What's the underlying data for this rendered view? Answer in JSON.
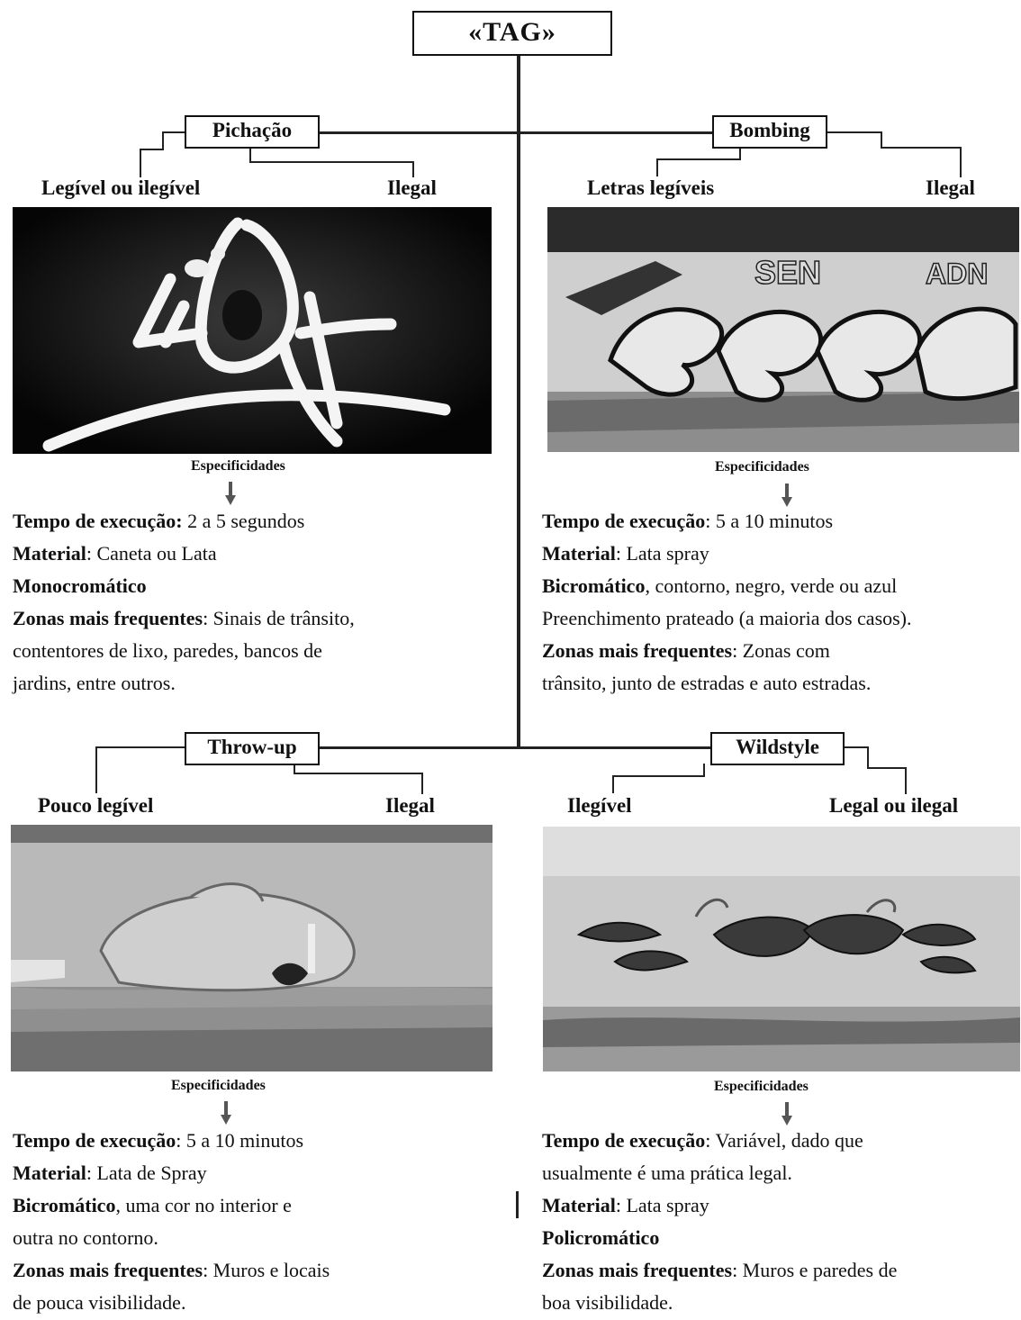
{
  "root": {
    "label": "«TAG»"
  },
  "categories": [
    {
      "title": "Pichação",
      "left_label": "Legível ou ilegível",
      "right_label": "Ilegal",
      "spec_label": "Especificidades",
      "lines": [
        {
          "bold": "Tempo de execução:",
          "text": "  2 a 5 segundos"
        },
        {
          "bold": "Material",
          "text": ": Caneta ou Lata"
        },
        {
          "bold": "Monocromático",
          "text": ""
        },
        {
          "bold": "Zonas mais frequentes",
          "text": ": Sinais de trânsito,"
        },
        {
          "bold": "",
          "text": "contentores de lixo, paredes, bancos de"
        },
        {
          "bold": "",
          "text": "jardins, entre outros."
        }
      ]
    },
    {
      "title": "Bombing",
      "left_label": "Letras legíveis",
      "right_label": "Ilegal",
      "spec_label": "Especificidades",
      "lines": [
        {
          "bold": "Tempo de execução",
          "text": ": 5 a 10 minutos"
        },
        {
          "bold": "Material",
          "text": ": Lata spray"
        },
        {
          "bold": "Bicromático",
          "text": ", contorno, negro, verde ou azul"
        },
        {
          "bold": "",
          "text": "Preenchimento prateado (a maioria dos casos)."
        },
        {
          "bold": "Zonas mais frequentes",
          "text": ": Zonas com"
        },
        {
          "bold": "",
          "text": "trânsito, junto de estradas e auto estradas."
        }
      ]
    },
    {
      "title": "Throw-up",
      "left_label": "Pouco legível",
      "right_label": "Ilegal",
      "spec_label": "Especificidades",
      "lines": [
        {
          "bold": "Tempo de execução",
          "text": ": 5 a 10 minutos"
        },
        {
          "bold": "Material",
          "text": ": Lata de Spray"
        },
        {
          "bold": "Bicromático",
          "text": ", uma cor no interior e"
        },
        {
          "bold": "",
          "text": "outra no contorno."
        },
        {
          "bold": "Zonas mais frequentes",
          "text": ": Muros e locais"
        },
        {
          "bold": "",
          "text": "de pouca visibilidade."
        }
      ]
    },
    {
      "title": "Wildstyle",
      "left_label": "Ilegível",
      "right_label": "Legal ou ilegal",
      "spec_label": "Especificidades",
      "lines": [
        {
          "bold": "Tempo de execução",
          "text": ": Variável, dado que"
        },
        {
          "bold": "",
          "text": "usualmente é uma prática legal."
        },
        {
          "bold": "Material",
          "text": ": Lata spray"
        },
        {
          "bold": "Policromático",
          "text": ""
        },
        {
          "bold": "Zonas mais frequentes",
          "text": ": Muros e paredes de"
        },
        {
          "bold": "",
          "text": "boa visibilidade."
        }
      ]
    }
  ]
}
